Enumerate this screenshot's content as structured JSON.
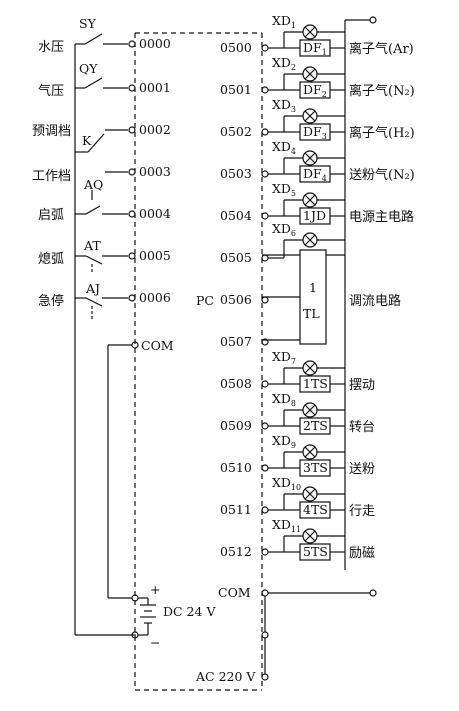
{
  "inputs": [
    {
      "label": "水压",
      "switch": "SY",
      "addr": "0000"
    },
    {
      "label": "气压",
      "switch": "QY",
      "addr": "0001"
    },
    {
      "label": "预调档",
      "switch": "K",
      "addr": "0002"
    },
    {
      "label": "工作档",
      "switch": "",
      "addr": "0003"
    },
    {
      "label": "启弧",
      "switch": "AQ",
      "addr": "0004"
    },
    {
      "label": "熄弧",
      "switch": "AT",
      "addr": "0005"
    },
    {
      "label": "急停",
      "switch": "AJ",
      "addr": "0006"
    }
  ],
  "input_com": "COM",
  "pc_label": "PC",
  "dc_supply": "DC 24 V",
  "dc_plus": "+",
  "dc_minus": "−",
  "ac_supply": "AC 220 V",
  "output_com": "COM",
  "tl": {
    "line1": "1",
    "line2": "TL"
  },
  "outputs": [
    {
      "addr": "0500",
      "lamp": "XD",
      "lamp_n": "1",
      "box": "DF",
      "box_n": "1",
      "desc": "离子气(Ar)"
    },
    {
      "addr": "0501",
      "lamp": "XD",
      "lamp_n": "2",
      "box": "DF",
      "box_n": "2",
      "desc": "离子气(N₂)"
    },
    {
      "addr": "0502",
      "lamp": "XD",
      "lamp_n": "3",
      "box": "DF",
      "box_n": "3",
      "desc": "离子气(H₂)"
    },
    {
      "addr": "0503",
      "lamp": "XD",
      "lamp_n": "4",
      "box": "DF",
      "box_n": "4",
      "desc": "送粉气(N₂)"
    },
    {
      "addr": "0504",
      "lamp": "XD",
      "lamp_n": "5",
      "box": "1JD",
      "box_n": "",
      "desc": "电源主电路"
    },
    {
      "addr": "0505",
      "lamp": "XD",
      "lamp_n": "6",
      "box": "",
      "box_n": "",
      "desc": ""
    },
    {
      "addr": "0506",
      "lamp": "",
      "lamp_n": "",
      "box": "",
      "box_n": "",
      "desc": "调流电路"
    },
    {
      "addr": "0507",
      "lamp": "",
      "lamp_n": "",
      "box": "",
      "box_n": "",
      "desc": ""
    },
    {
      "addr": "0508",
      "lamp": "XD",
      "lamp_n": "7",
      "box": "1TS",
      "box_n": "",
      "desc": "摆动"
    },
    {
      "addr": "0509",
      "lamp": "XD",
      "lamp_n": "8",
      "box": "2TS",
      "box_n": "",
      "desc": "转台"
    },
    {
      "addr": "0510",
      "lamp": "XD",
      "lamp_n": "9",
      "box": "3TS",
      "box_n": "",
      "desc": "送粉"
    },
    {
      "addr": "0511",
      "lamp": "XD",
      "lamp_n": "10",
      "box": "4TS",
      "box_n": "",
      "desc": "行走"
    },
    {
      "addr": "0512",
      "lamp": "XD",
      "lamp_n": "11",
      "box": "5TS",
      "box_n": "",
      "desc": "励磁"
    }
  ]
}
